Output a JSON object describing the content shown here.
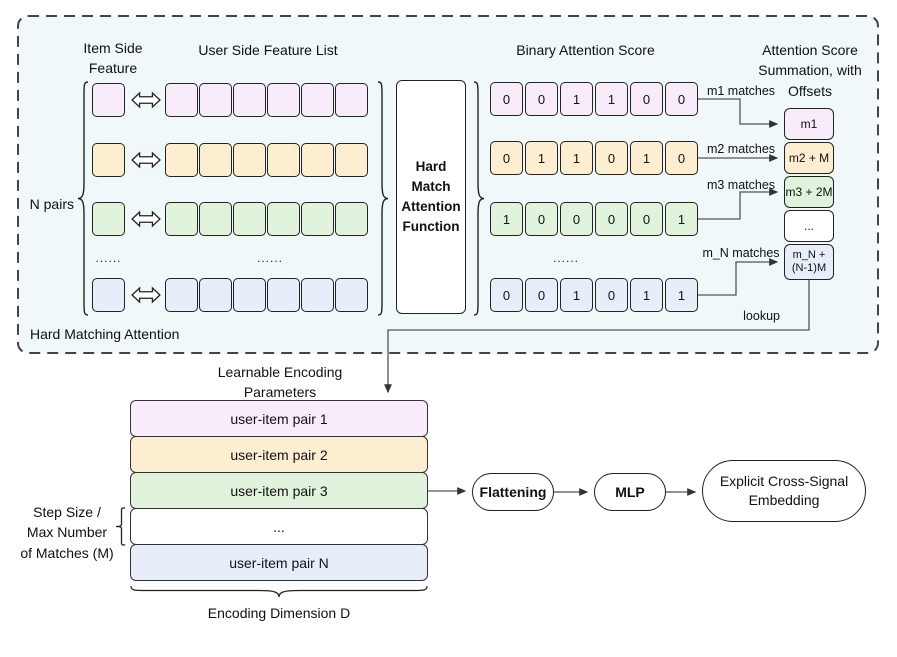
{
  "colors": {
    "pink": "#f8ebfa",
    "orange": "#fdeed2",
    "green": "#e1f3dd",
    "blue": "#e7eefa",
    "white": "#ffffff",
    "panel_bg": "#f0f8f9"
  },
  "hma": {
    "caption": "Hard Matching Attention",
    "headers": {
      "item_side": "Item Side Feature",
      "user_side": "User Side Feature List",
      "binary": "Binary Attention Score",
      "summation": "Attention Score Summation, with Offsets"
    },
    "n_pairs_label": "N pairs",
    "function_label": "Hard Match Attention Function",
    "rows": [
      {
        "bits": [
          "0",
          "0",
          "1",
          "1",
          "0",
          "0"
        ],
        "match_label": "m1 matches",
        "sum_label": "m1"
      },
      {
        "bits": [
          "0",
          "1",
          "1",
          "0",
          "1",
          "0"
        ],
        "match_label": "m2 matches",
        "sum_label": "m2 + M"
      },
      {
        "bits": [
          "1",
          "0",
          "0",
          "0",
          "0",
          "1"
        ],
        "match_label": "m3 matches",
        "sum_label": "m3 + 2M"
      },
      {
        "bits": [
          "0",
          "0",
          "1",
          "0",
          "1",
          "1"
        ],
        "match_label": "m_N matches",
        "sum_label": "m_N + (N-1)M"
      }
    ],
    "row_ellipsis": "......",
    "sum_ellipsis": "...",
    "lookup_label": "lookup"
  },
  "bottom": {
    "learnable_label": "Learnable Encoding Parameters",
    "table_rows": [
      "user-item pair 1",
      "user-item pair 2",
      "user-item pair 3",
      "...",
      "user-item pair N"
    ],
    "step_label_lines": [
      "Step Size /",
      "Max Number",
      "of Matches (M)"
    ],
    "encoding_dim_label": "Encoding Dimension D",
    "flattening_label": "Flattening",
    "mlp_label": "MLP",
    "embedding_label": "Explicit Cross-Signal Embedding"
  }
}
